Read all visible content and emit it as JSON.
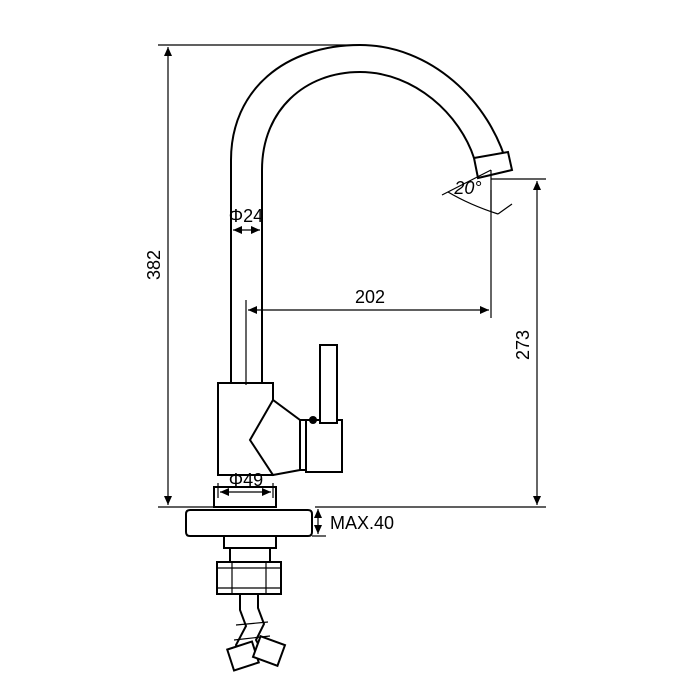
{
  "dimensions": {
    "total_height": "382",
    "tube_diameter": "Φ24",
    "spout_reach": "202",
    "outlet_height": "273",
    "outlet_angle": "20°",
    "base_diameter": "Φ49",
    "max_deck_thickness": "MAX.40"
  }
}
